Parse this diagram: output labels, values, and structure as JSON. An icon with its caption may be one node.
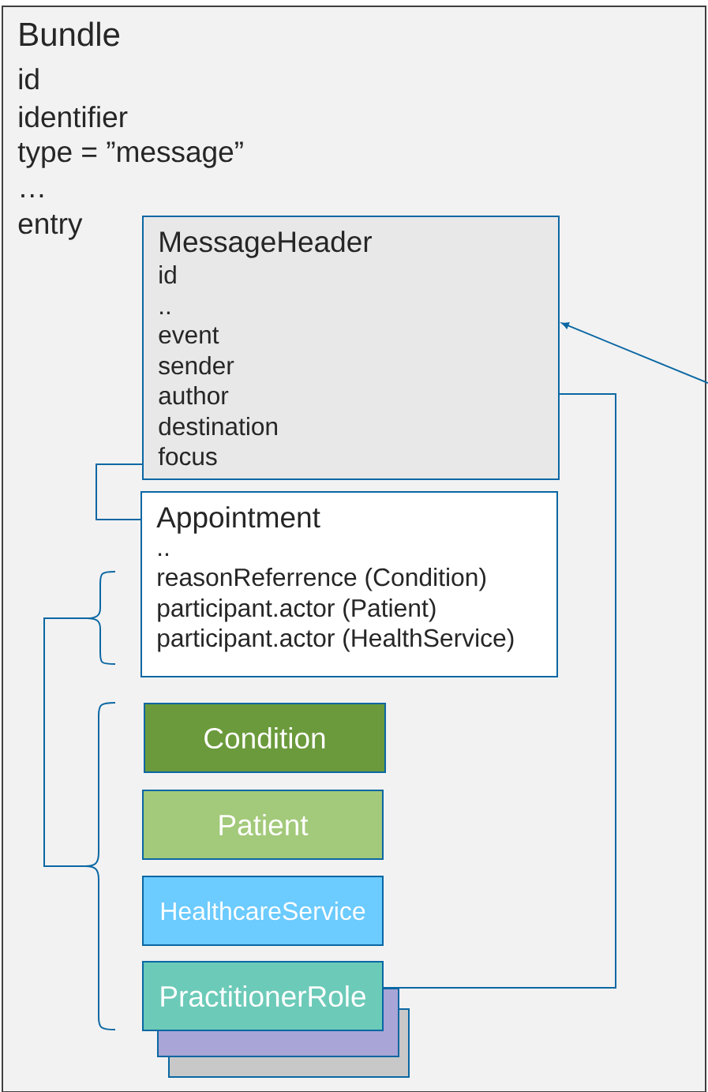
{
  "diagram": {
    "nodes": [
      {
        "text": [
          "Bundle",
          "id",
          "identifier",
          "type = ”message”",
          "…",
          "entry"
        ]
      },
      {
        "text": [
          "MessageHeader",
          "id",
          "..",
          "event",
          "sender",
          "author",
          "destination",
          "focus"
        ],
        "in": 0
      },
      {
        "text": [
          "Appointment",
          "..",
          "reasonReferrence (Condition)",
          "participant.actor (Patient)",
          "participant.actor (HealthService)"
        ],
        "in": 0
      },
      {
        "text": [
          "Condition"
        ],
        "in": 0
      },
      {
        "text": [
          "Patient"
        ],
        "in": 0
      },
      {
        "text": [
          "HealthcareService"
        ],
        "in": 0
      },
      {
        "text": [
          "PractitionerRole"
        ],
        "in": 0
      }
    ],
    "edges": [
      {
        "from": null,
        "to": 1,
        "arrow": "to"
      },
      {
        "from": 1,
        "to": 6,
        "arrow": "none"
      },
      {
        "from": 1,
        "to": 2,
        "arrow": "none"
      }
    ]
  }
}
